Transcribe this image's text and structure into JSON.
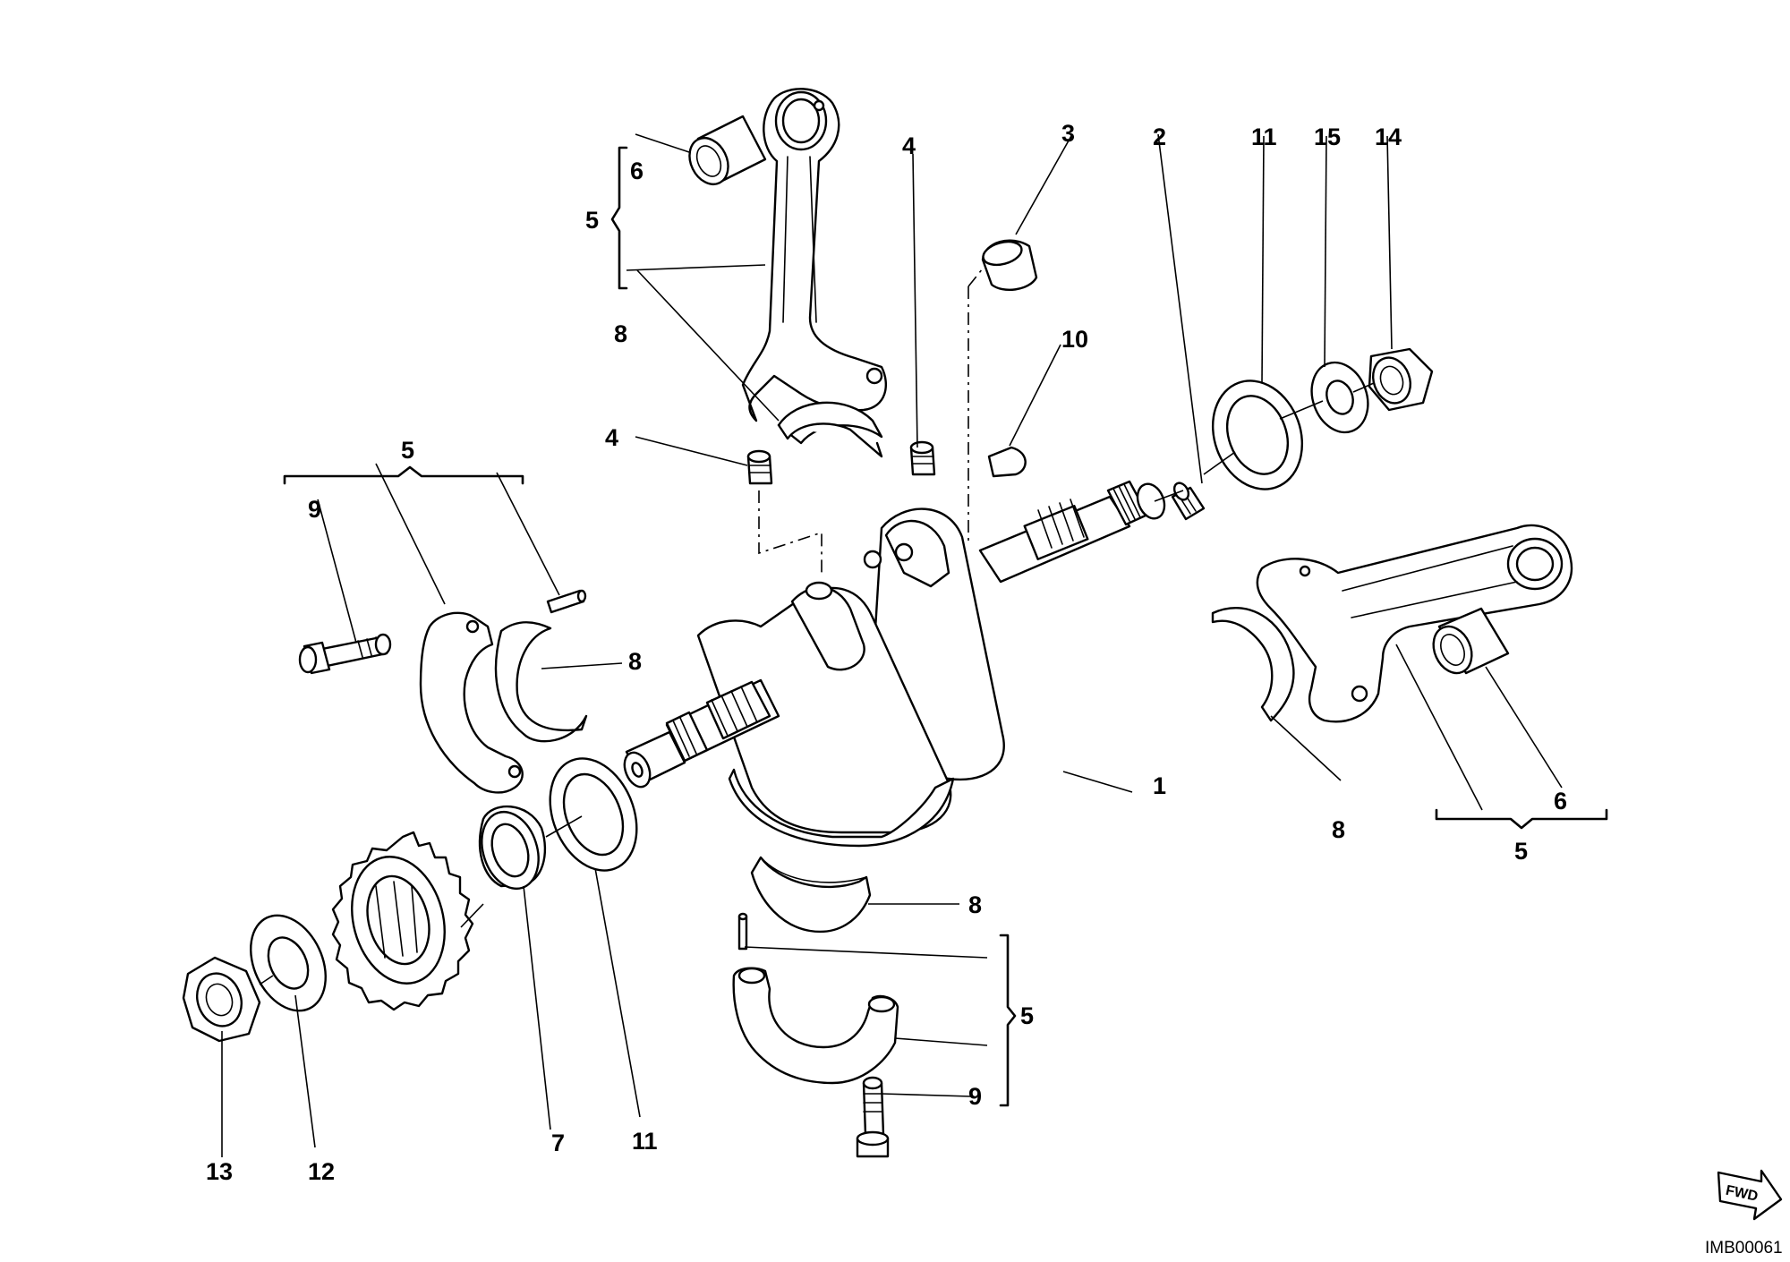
{
  "diagram": {
    "labels": {
      "l1": "1",
      "l2": "2",
      "l3": "3",
      "l4a": "4",
      "l4b": "4",
      "l5_top": "5",
      "l5_left": "5",
      "l5_right": "5",
      "l5_bottom": "5",
      "l6_top": "6",
      "l6_right": "6",
      "l7": "7",
      "l8_top": "8",
      "l8_left": "8",
      "l8_right": "8",
      "l8_bottom": "8",
      "l9_left": "9",
      "l9_bottom": "9",
      "l10": "10",
      "l11_top": "11",
      "l11_bottom": "11",
      "l12": "12",
      "l13": "13",
      "l14": "14",
      "l15": "15"
    },
    "fwd_label": "FWD",
    "image_code": "IMB00061"
  }
}
